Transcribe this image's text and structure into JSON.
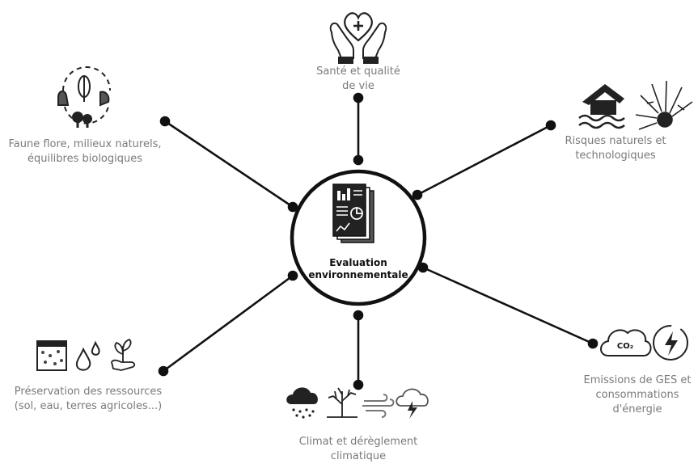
{
  "center": {
    "line1": "Evaluation",
    "line2": "environnementale",
    "icon": "report-chart-icon"
  },
  "topics": {
    "sante": {
      "line1": "Santé et qualité",
      "line2": "de vie",
      "icon": "heart-hands-icon"
    },
    "risques": {
      "line1": "Risques naturels et",
      "line2": "technologiques",
      "icons": [
        "flooded-house-icon",
        "explosion-icon"
      ]
    },
    "emissions": {
      "line1": "Emissions de GES et",
      "line2": "consommations",
      "line3": "d'énergie",
      "co2_text": "CO₂",
      "icons": [
        "co2-cloud-icon",
        "energy-bolt-icon"
      ]
    },
    "climat": {
      "line1": "Climat et dérèglement",
      "line2": "climatique",
      "icons": [
        "rain-cloud-icon",
        "dead-tree-icon",
        "wind-icon",
        "storm-cloud-icon"
      ]
    },
    "preservation": {
      "line1": "Préservation des ressources",
      "line2": "(sol, eau, terres agricoles...)",
      "icons": [
        "soil-icon",
        "water-drops-icon",
        "plant-hand-icon"
      ]
    },
    "faune": {
      "line1": "Faune flore, milieux naturels,",
      "line2": "équilibres biologiques",
      "icon": "biodiversity-icon"
    }
  }
}
